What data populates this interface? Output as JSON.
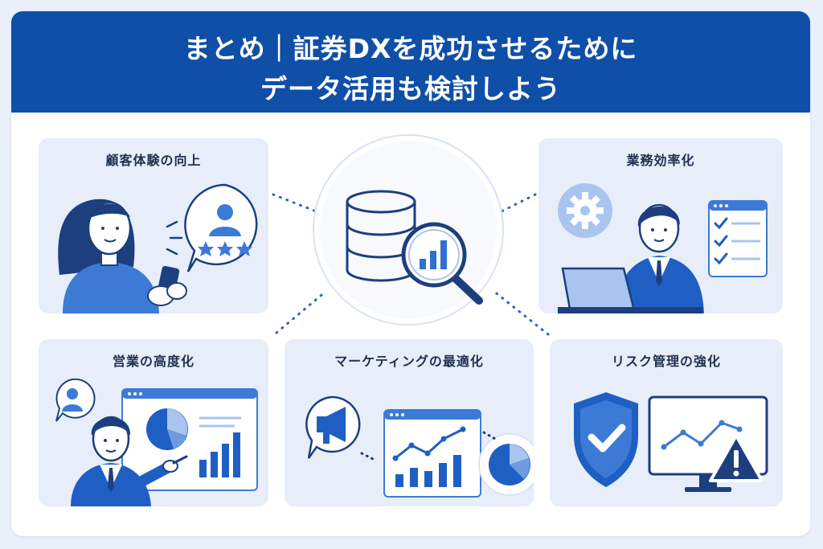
{
  "header": {
    "line1": "まとめ｜証券DXを成功させるために",
    "line2": "データ活用も検討しよう"
  },
  "panels": [
    {
      "title": "顧客体験の向上",
      "icons": [
        "smartphone-woman",
        "user-icon",
        "star-rating-icon"
      ]
    },
    {
      "title": "業務効率化",
      "icons": [
        "gear-icon",
        "man-laptop",
        "checklist-icon"
      ]
    },
    {
      "title": "営業の高度化",
      "icons": [
        "user-icon",
        "presenter-man",
        "dashboard-chart"
      ]
    },
    {
      "title": "マーケティングの最適化",
      "icons": [
        "megaphone-icon",
        "line-chart",
        "pie-chart-icon"
      ]
    },
    {
      "title": "リスク管理の強化",
      "icons": [
        "shield-check-icon",
        "monitor-chart",
        "warning-icon"
      ]
    }
  ],
  "center": {
    "icons": [
      "database-icon",
      "magnifier-icon",
      "bar-chart-icon"
    ]
  },
  "colors": {
    "primary": "#0f4fa8",
    "accent": "#2f6fd0",
    "light": "#a9c4ef",
    "panel_bg": "#e7eef9",
    "page_bg": "#e9f0fa"
  }
}
